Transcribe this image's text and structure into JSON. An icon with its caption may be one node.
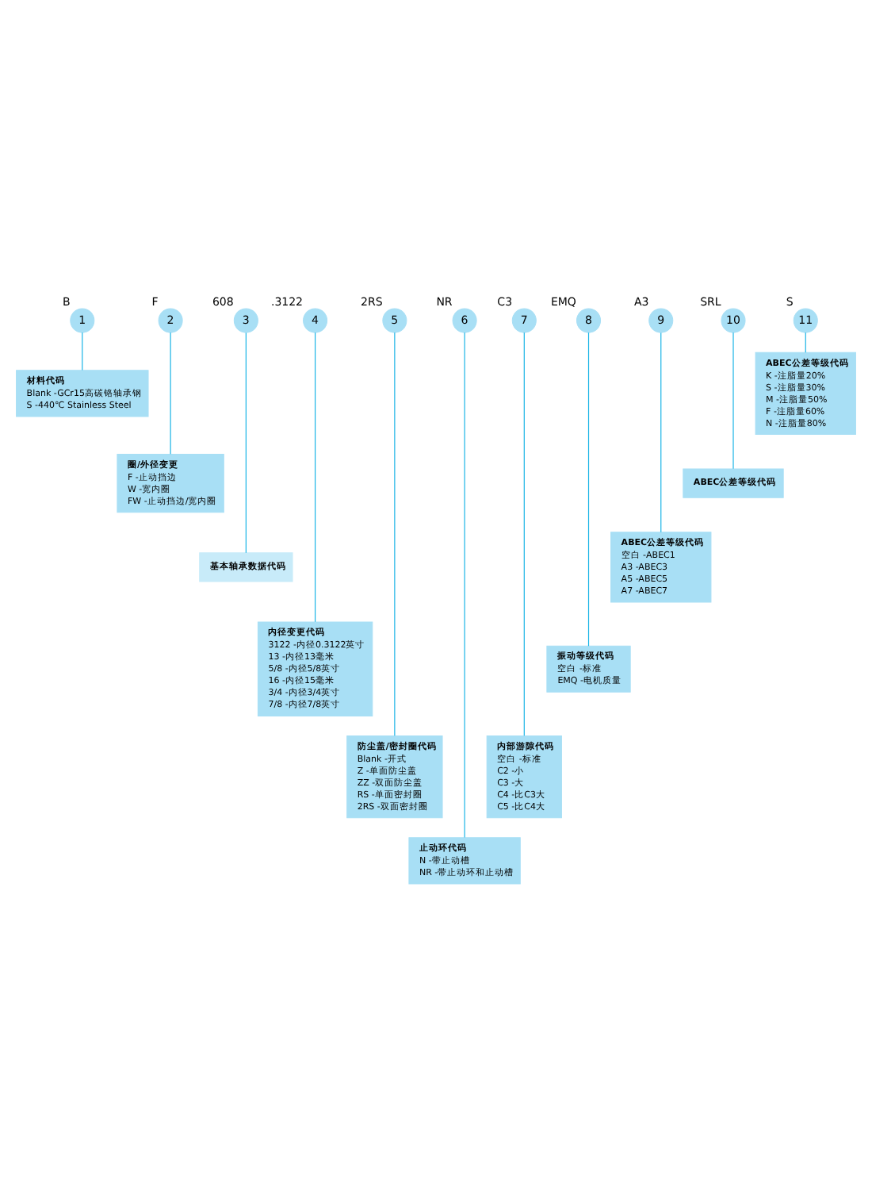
{
  "diagram": {
    "nodes": [
      {
        "text": [
          "1"
        ],
        "beside": [
          "B"
        ]
      },
      {
        "text": [
          "2"
        ],
        "beside": [
          "F"
        ]
      },
      {
        "text": [
          "3"
        ],
        "beside": [
          "608"
        ]
      },
      {
        "text": [
          "4"
        ],
        "beside": [
          ".3122"
        ]
      },
      {
        "text": [
          "5"
        ],
        "beside": [
          "2RS"
        ]
      },
      {
        "text": [
          "6"
        ],
        "beside": [
          "NR"
        ]
      },
      {
        "text": [
          "7"
        ],
        "beside": [
          "C3"
        ]
      },
      {
        "text": [
          "8"
        ],
        "beside": [
          "EMQ"
        ]
      },
      {
        "text": [
          "9"
        ],
        "beside": [
          "A3"
        ]
      },
      {
        "text": [
          "10"
        ],
        "beside": [
          "SRL"
        ]
      },
      {
        "text": [
          "11"
        ],
        "beside": [
          "S"
        ]
      },
      {
        "text": [
          "材料代码",
          "Blank -GCr15高碳铬轴承钢",
          "S -440℃ Stainless Steel"
        ]
      },
      {
        "text": [
          "圈/外径变更",
          "F -止动挡边",
          "W -宽内圈",
          "FW -止动挡边/宽内圈"
        ]
      },
      {
        "text": [
          "基本轴承数据代码"
        ]
      },
      {
        "text": [
          "内径变更代码",
          "3122 -内径0.3122英寸",
          "13 -内径13毫米",
          "5/8 -内径5/8英寸",
          "16 -内径15毫米",
          "3/4 -内径3/4英寸",
          "7/8 -内径7/8英寸"
        ]
      },
      {
        "text": [
          "防尘盖/密封圈代码",
          "Blank -开式",
          "Z -单面防尘盖",
          "ZZ -双面防尘盖",
          "RS -单面密封圈",
          "2RS -双面密封圈"
        ]
      },
      {
        "text": [
          "止动环代码",
          "N -带止动槽",
          "NR -带止动环和止动槽"
        ]
      },
      {
        "text": [
          "ABEC公差等级代码",
          "K -注脂量20%",
          "S -注脂量30%",
          "M -注脂量50%",
          "F -注脂量60%",
          "N -注脂量80%"
        ]
      },
      {
        "text": [
          "ABEC公差等级代码"
        ]
      },
      {
        "text": [
          "ABEC公差等级代码",
          "空白 -ABEC1",
          "A3 -ABEC3",
          "A5 -ABEC5",
          "A7 -ABEC7"
        ]
      },
      {
        "text": [
          "振动等级代码",
          "空白 -标准",
          "EMQ -电机质量"
        ]
      },
      {
        "text": [
          "内部游隙代码",
          "空白 -标准",
          "C2 -小",
          "C3 -大",
          "C4 -比C3大",
          "C5 -比C4大"
        ]
      }
    ],
    "edges": [
      {
        "from": 0,
        "to": 11,
        "arrow": "none"
      },
      {
        "from": 1,
        "to": 12,
        "arrow": "none"
      },
      {
        "from": 2,
        "to": 13,
        "arrow": "none"
      },
      {
        "from": 3,
        "to": 14,
        "arrow": "none"
      },
      {
        "from": 4,
        "to": 15,
        "arrow": "none"
      },
      {
        "from": 5,
        "to": 16,
        "arrow": "none"
      },
      {
        "from": 6,
        "to": 21,
        "arrow": "none"
      },
      {
        "from": 7,
        "to": 20,
        "arrow": "none"
      },
      {
        "from": 8,
        "to": 19,
        "arrow": "none"
      },
      {
        "from": 9,
        "to": 18,
        "arrow": "none"
      },
      {
        "from": 10,
        "to": 17,
        "arrow": "none"
      }
    ]
  }
}
